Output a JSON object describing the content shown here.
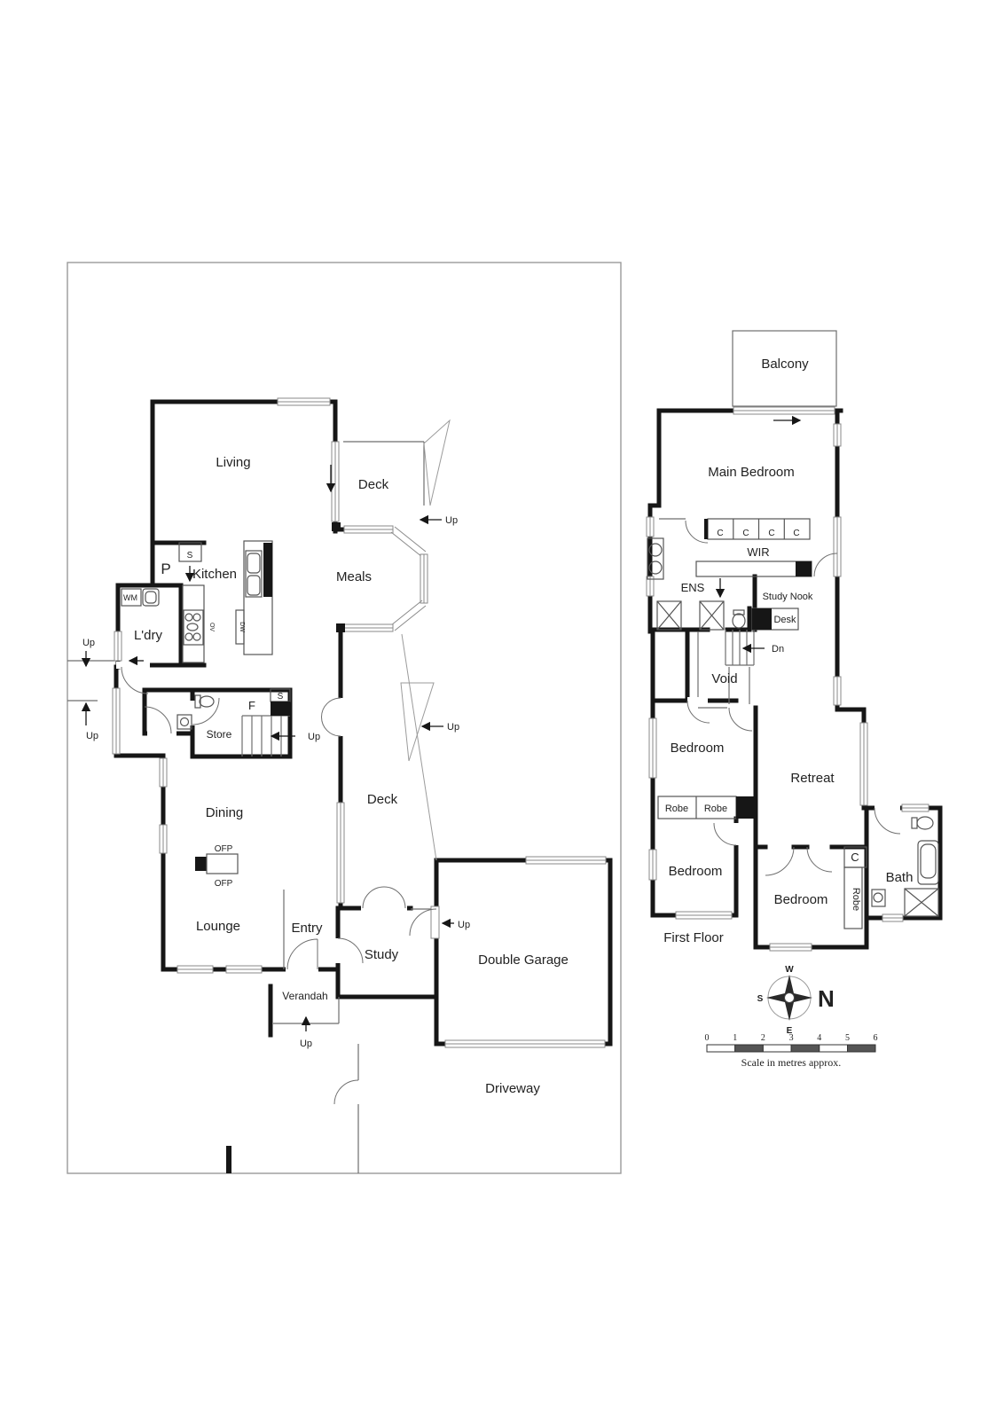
{
  "ground_floor": {
    "rooms": {
      "living": "Living",
      "deck_upper": "Deck",
      "kitchen": "Kitchen",
      "meals": "Meals",
      "ldry": "L'dry",
      "store": "Store",
      "dining": "Dining",
      "deck_lower": "Deck",
      "lounge": "Lounge",
      "entry": "Entry",
      "study": "Study",
      "garage": "Double Garage",
      "verandah": "Verandah",
      "driveway": "Driveway"
    },
    "markers": {
      "pantry": "P",
      "pantry_shelf": "S",
      "wm": "WM",
      "oven": "OV",
      "dishwasher": "DW",
      "fridge": "F",
      "stair_shelf": "S",
      "ofp_top": "OFP",
      "ofp_bottom": "OFP",
      "up_side_1": "Up",
      "up_side_2": "Up",
      "up_stairs": "Up",
      "up_deck_upper": "Up",
      "up_deck_lower": "Up",
      "up_garage_door": "Up",
      "up_verandah": "Up"
    }
  },
  "first_floor": {
    "label": "First Floor",
    "rooms": {
      "balcony": "Balcony",
      "main_bedroom": "Main Bedroom",
      "wir": "WIR",
      "ens": "ENS",
      "study_nook": "Study Nook",
      "void": "Void",
      "retreat": "Retreat",
      "bedroom_1": "Bedroom",
      "bedroom_2": "Bedroom",
      "bedroom_3": "Bedroom",
      "bath": "Bath"
    },
    "markers": {
      "closet_cells": [
        "C",
        "C",
        "C",
        "C"
      ],
      "desk": "Desk",
      "dn": "Dn",
      "robe_1": "Robe",
      "robe_2": "Robe",
      "robe_vertical": "Robe",
      "closet": "C"
    }
  },
  "compass": {
    "north": "N",
    "south": "S",
    "east": "E",
    "west": "W"
  },
  "scale_bar": {
    "ticks": [
      "0",
      "1",
      "2",
      "3",
      "4",
      "5",
      "6"
    ],
    "caption": "Scale in metres approx."
  },
  "colors": {
    "wall": "#161616",
    "thin_line": "#6e6e6e",
    "boundary": "#9a9a9a",
    "text": "#222222"
  }
}
